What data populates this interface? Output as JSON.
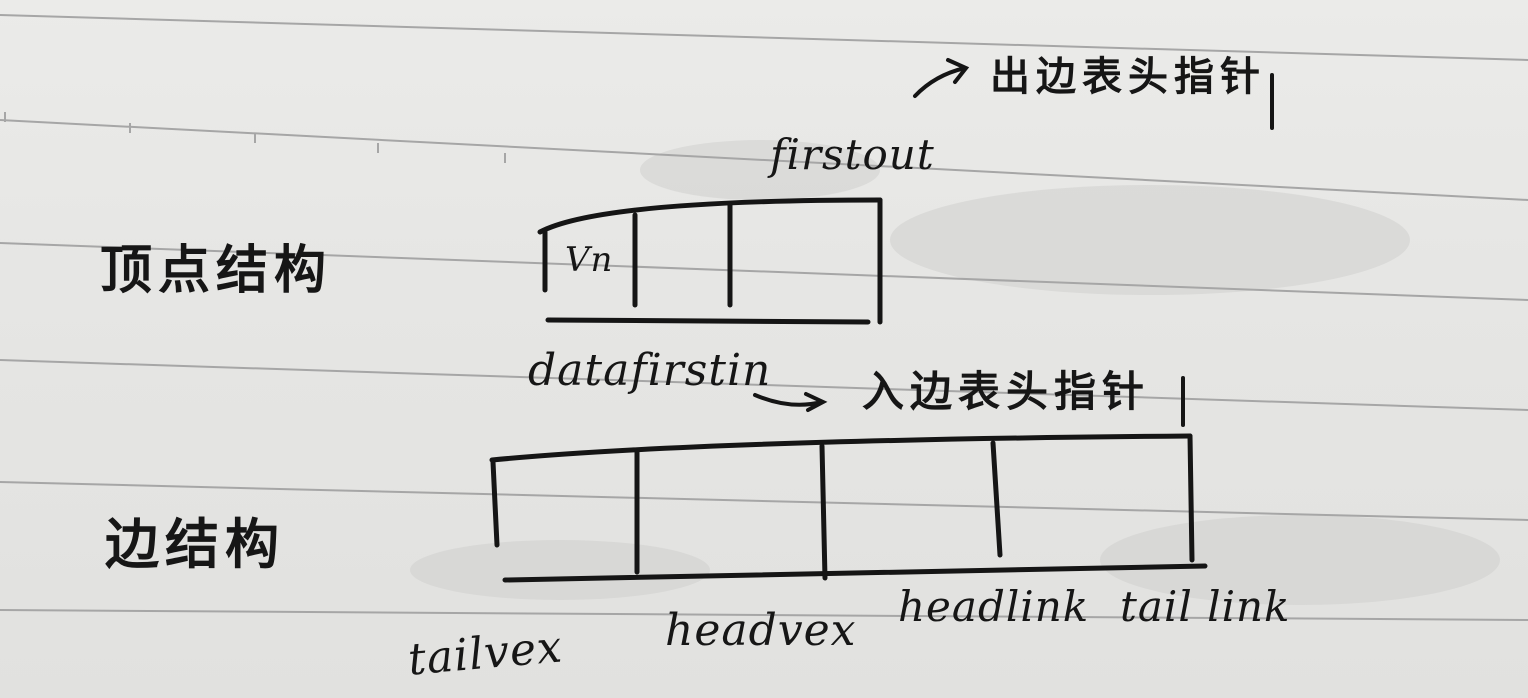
{
  "top_note": "出边表头指针",
  "vertex": {
    "heading": "顶点结构",
    "cell_text": "Vn",
    "label_firstout": "firstout",
    "label_data_firstin": "datafirstin",
    "arrow_note": "入边表头指针"
  },
  "edge": {
    "heading": "边结构",
    "fields": [
      "tailvex",
      "headvex",
      "headlink",
      "tail link"
    ]
  }
}
